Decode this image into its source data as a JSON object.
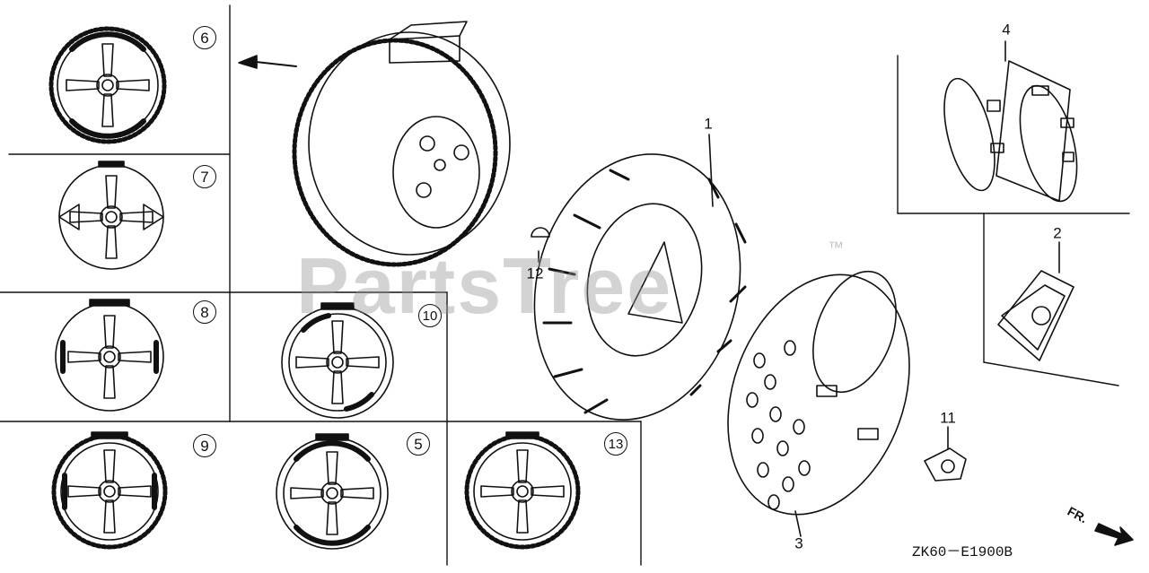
{
  "watermark": {
    "text": "PartsTree",
    "trademark": "™"
  },
  "diagram_code": "ZK60－E1900B",
  "front_label": "FR.",
  "callouts": {
    "c1": "1",
    "c2": "2",
    "c3": "3",
    "c4": "4",
    "c5": "5",
    "c6": "6",
    "c7": "7",
    "c8": "8",
    "c9": "9",
    "c10": "10",
    "c11": "11",
    "c12": "12",
    "c13": "13"
  }
}
